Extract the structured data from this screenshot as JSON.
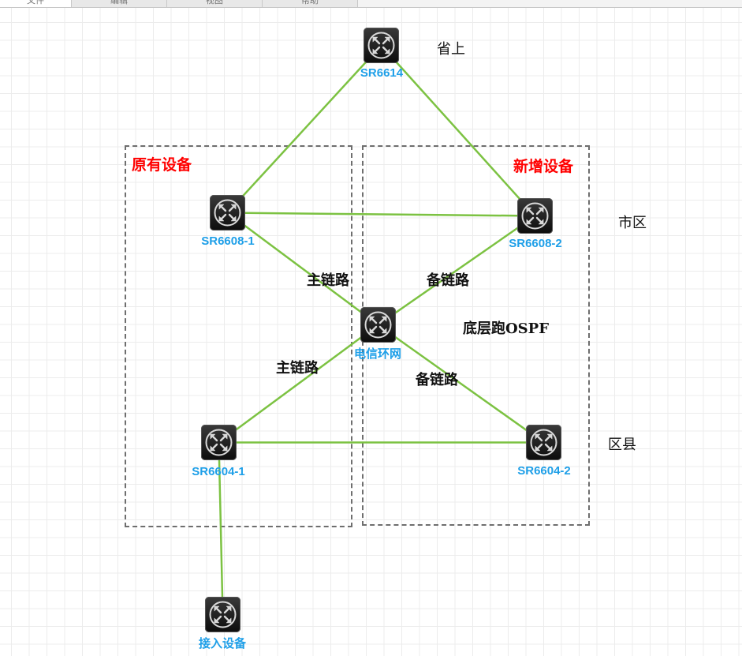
{
  "tabs": [
    {
      "label": "文件",
      "active": true
    },
    {
      "label": "编辑",
      "active": false
    },
    {
      "label": "视图",
      "active": false
    },
    {
      "label": "帮助",
      "active": false
    }
  ],
  "colors": {
    "link": "#7cc242",
    "device_label": "#1e9fe8",
    "group_title": "#ff0000",
    "group_border": "#6e6e6e"
  },
  "groups": {
    "existing": {
      "title": "原有设备"
    },
    "new": {
      "title": "新增设备"
    }
  },
  "devices": {
    "sr6614": {
      "label": "SR6614",
      "icon": "router-icon"
    },
    "sr6608_1": {
      "label": "SR6608-1",
      "icon": "router-icon"
    },
    "sr6608_2": {
      "label": "SR6608-2",
      "icon": "router-icon"
    },
    "telecom_ring": {
      "label": "电信环网",
      "icon": "router-icon"
    },
    "sr6604_1": {
      "label": "SR6604-1",
      "icon": "router-icon"
    },
    "sr6604_2": {
      "label": "SR6604-2",
      "icon": "router-icon"
    },
    "access": {
      "label": "接入设备",
      "icon": "router-icon"
    }
  },
  "links": [
    {
      "from": "sr6614",
      "to": "sr6608_1"
    },
    {
      "from": "sr6614",
      "to": "sr6608_2"
    },
    {
      "from": "sr6608_1",
      "to": "sr6608_2"
    },
    {
      "from": "sr6608_1",
      "to": "telecom_ring",
      "label": "主链路"
    },
    {
      "from": "sr6608_2",
      "to": "telecom_ring",
      "label": "备链路"
    },
    {
      "from": "telecom_ring",
      "to": "sr6604_1",
      "label": "主链路"
    },
    {
      "from": "telecom_ring",
      "to": "sr6604_2",
      "label": "备链路"
    },
    {
      "from": "sr6604_1",
      "to": "sr6604_2"
    },
    {
      "from": "sr6604_1",
      "to": "access"
    }
  ],
  "annotations": {
    "level_province": "省上",
    "level_city": "市区",
    "level_county": "区县",
    "underlay": "底层跑OSPF",
    "primary_upper": "主链路",
    "backup_upper": "备链路",
    "primary_lower": "主链路",
    "backup_lower": "备链路"
  }
}
